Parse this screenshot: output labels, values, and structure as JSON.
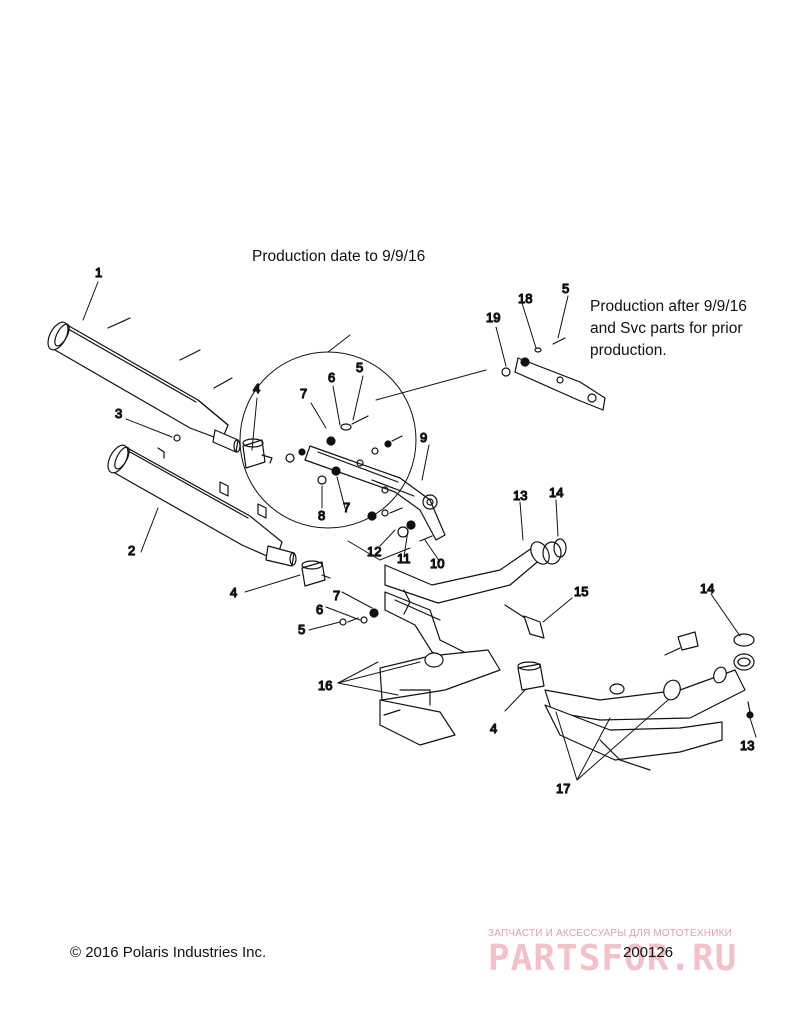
{
  "notes": {
    "production_date": "Production date to 9/9/16",
    "production_after_line1": "Production after 9/9/16",
    "production_after_line2": "and Svc parts for prior",
    "production_after_line3": "production."
  },
  "footer": {
    "copyright": "© 2016 Polaris Industries Inc.",
    "drawing_number": "200126"
  },
  "watermark": {
    "tagline": "ЗАПЧАСТИ И АКСЕССУАРЫ ДЛЯ МОТОТЕХНИКИ",
    "logo": "PARTSFOR.RU"
  },
  "callouts": {
    "c1": "1",
    "c2": "2",
    "c3": "3",
    "c4a": "4",
    "c4b": "4",
    "c4c": "4",
    "c5a": "5",
    "c5b": "5",
    "c5c": "5",
    "c6a": "6",
    "c6b": "6",
    "c7a": "7",
    "c7b": "7",
    "c7c": "7",
    "c8": "8",
    "c9": "9",
    "c10": "10",
    "c11": "11",
    "c12": "12",
    "c13a": "13",
    "c13b": "13",
    "c14a": "14",
    "c14b": "14",
    "c15": "15",
    "c16": "16",
    "c17": "17",
    "c18": "18",
    "c19": "19"
  }
}
